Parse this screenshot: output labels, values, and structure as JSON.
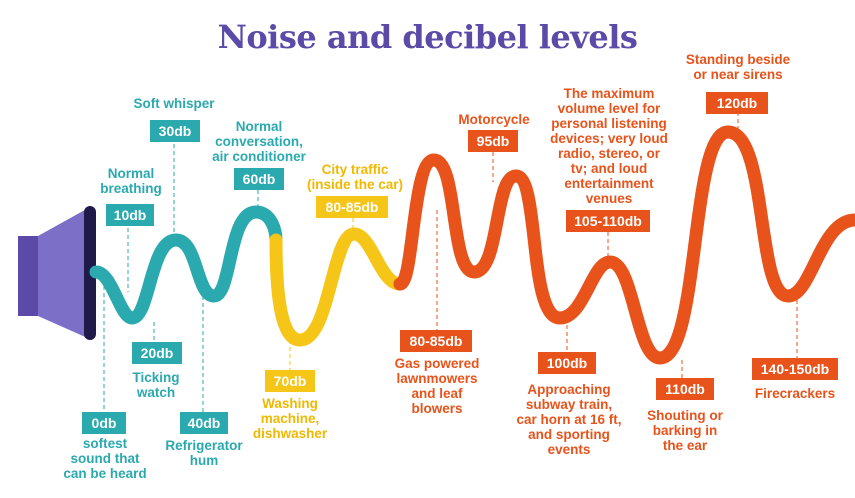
{
  "title": "Noise and decibel levels",
  "colors": {
    "title": "#5b4aa8",
    "teal": "#2aa9ae",
    "yellow": "#f5c518",
    "orange": "#e8531b",
    "speaker": "#5b4aa8"
  },
  "levels": [
    {
      "db": "0db",
      "label": "softest\nsound that\ncan be heard"
    },
    {
      "db": "10db",
      "label": "Normal\nbreathing"
    },
    {
      "db": "20db",
      "label": "Ticking\nwatch"
    },
    {
      "db": "30db",
      "label": "Soft whisper"
    },
    {
      "db": "40db",
      "label": "Refrigerator\nhum"
    },
    {
      "db": "60db",
      "label": "Normal\nconversation,\nair conditioner"
    },
    {
      "db": "70db",
      "label": "Washing\nmachine,\ndishwasher"
    },
    {
      "db": "80-85db",
      "label": "City traffic\n(inside the car)"
    },
    {
      "db": "80-85db",
      "label": "Gas powered\nlawnmowers\nand leaf\nblowers"
    },
    {
      "db": "95db",
      "label": "Motorcycle"
    },
    {
      "db": "100db",
      "label": "Approaching\nsubway train,\ncar horn at 16 ft,\nand sporting\nevents"
    },
    {
      "db": "105-110db",
      "label": "The maximum\nvolume level for\npersonal listening\ndevices;  very loud\nradio, stereo, or\ntv; and loud\nentertainment\nvenues"
    },
    {
      "db": "110db",
      "label": "Shouting or\nbarking in\nthe ear"
    },
    {
      "db": "120db",
      "label": "Standing beside\nor near sirens"
    },
    {
      "db": "140-150db",
      "label": "Firecrackers"
    }
  ]
}
